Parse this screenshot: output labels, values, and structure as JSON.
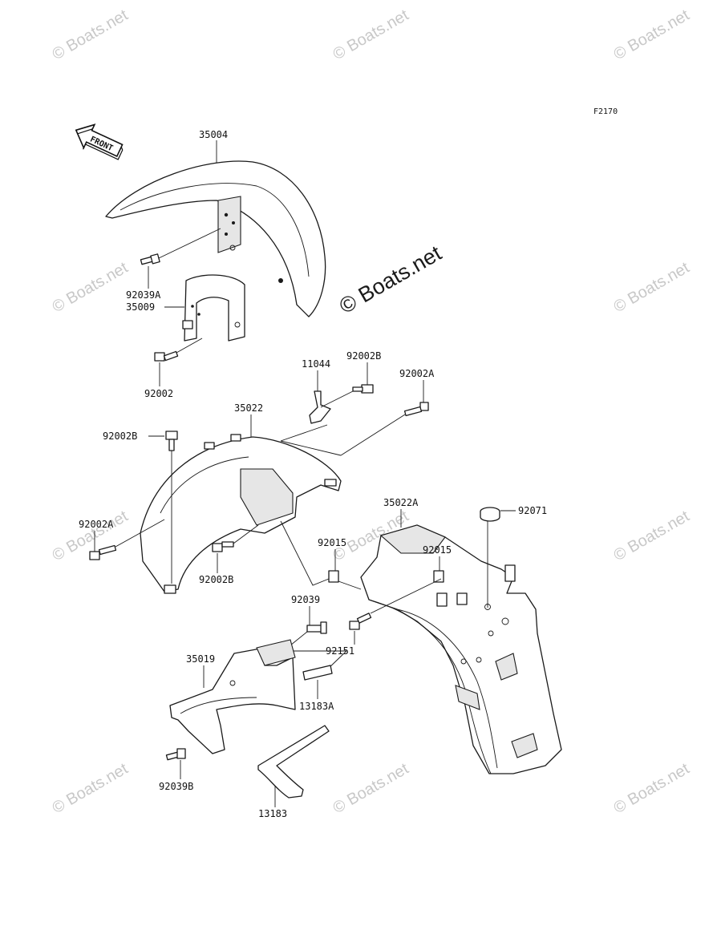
{
  "figure_code": "F2170",
  "direction_label": "FRONT",
  "watermark_text": "© Boats.net",
  "parts": {
    "p35004": "35004",
    "p92039A": "92039A",
    "p35009": "35009",
    "p92002": "92002",
    "p11044": "11044",
    "p92002B_top": "92002B",
    "p92002A_top": "92002A",
    "p35022": "35022",
    "p92002B_left": "92002B",
    "p92002A_left": "92002A",
    "p92002B_low": "92002B",
    "p35022A": "35022A",
    "p92071": "92071",
    "p92015_a": "92015",
    "p92015_b": "92015",
    "p92039": "92039",
    "p92151": "92151",
    "p35019": "35019",
    "p13183A": "13183A",
    "p92039B": "92039B",
    "p13183": "13183"
  }
}
